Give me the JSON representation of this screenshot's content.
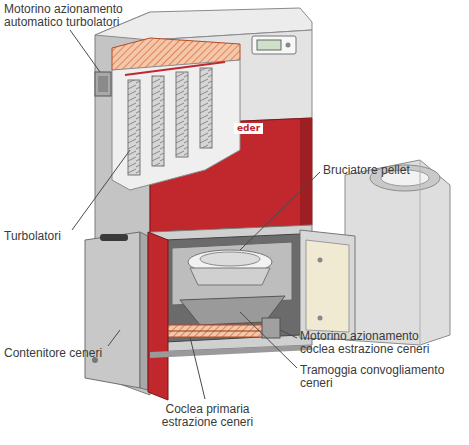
{
  "diagram": {
    "labels": [
      "Motorino azionamento automatico turbolatori",
      "Bruciatore pellet",
      "Turbolatori",
      "Contenitore ceneri",
      "Motorino azionamento coclea estrazione ceneri",
      "Tramoggia convogliamento ceneri",
      "Coclea primaria estrazione ceneri",
      "eder"
    ]
  }
}
